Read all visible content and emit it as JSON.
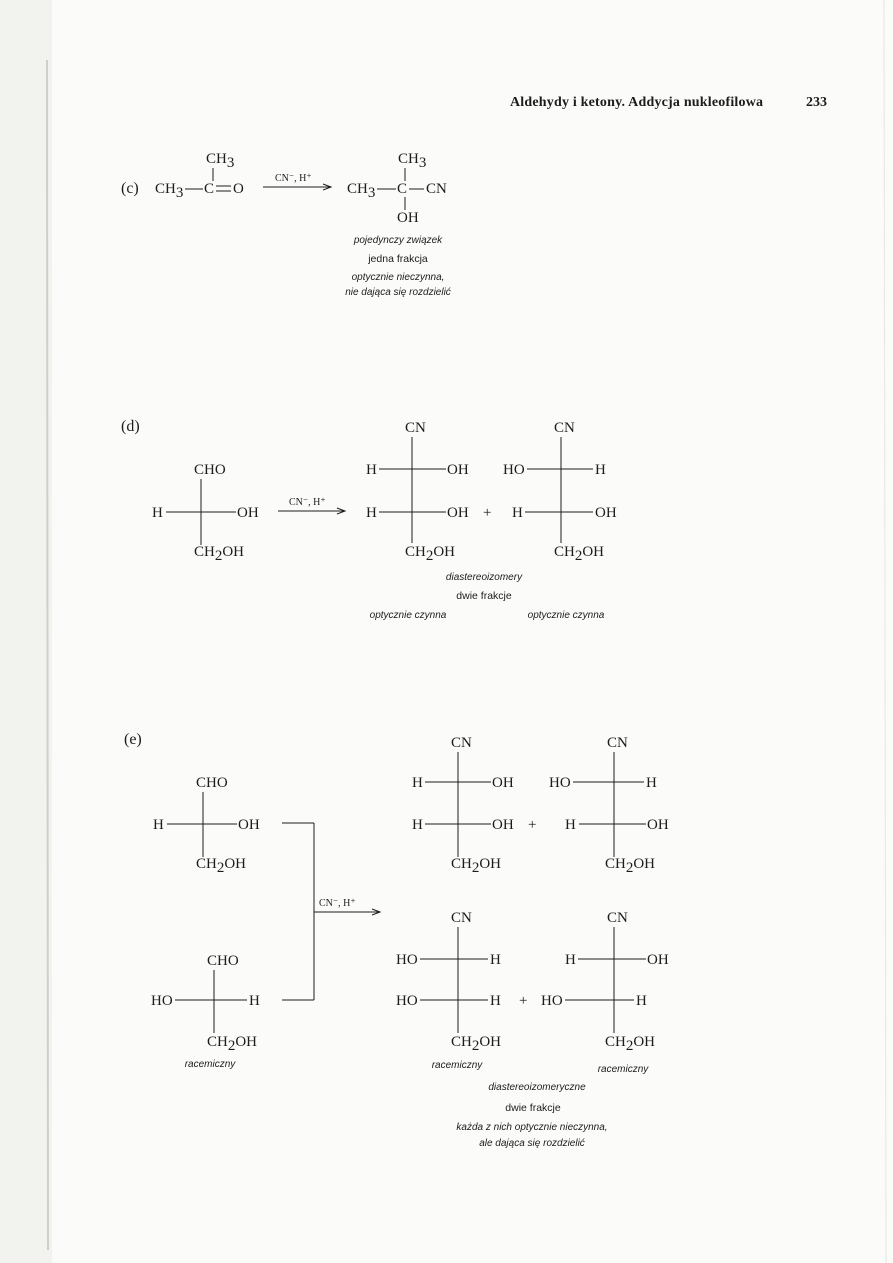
{
  "header": {
    "title": "Aldehydy i ketony. Addycja nukleofilowa",
    "page_number": "233"
  },
  "sections": {
    "c": {
      "label": "(c)",
      "substrate": {
        "top": "CH",
        "left": "CH",
        "center": "C",
        "right": "O"
      },
      "reagent": "CN⁻, H⁺",
      "product": {
        "top": "CH",
        "left": "CH",
        "center": "C",
        "right": "CN",
        "bottom": "OH"
      },
      "captions": [
        "pojedynczy związek",
        "jedna frakcja",
        "optycznie nieczynna,",
        "nie dająca się rozdzielić"
      ]
    },
    "d": {
      "label": "(d)",
      "substrate": {
        "top": "CHO",
        "left": "H",
        "right": "OH",
        "bottom": "CH"
      },
      "reagent": "CN⁻, H⁺",
      "product1": {
        "top": "CN",
        "l1": "H",
        "r1": "OH",
        "l2": "H",
        "r2": "OH",
        "bottom": "CH"
      },
      "plus": "+",
      "product2": {
        "top": "CN",
        "l1": "HO",
        "r1": "H",
        "l2": "H",
        "r2": "OH",
        "bottom": "CH"
      },
      "captions": [
        "diastereoizomery",
        "dwie frakcje",
        "optycznie czynna",
        "optycznie czynna"
      ]
    },
    "e": {
      "label": "(e)",
      "substrate1": {
        "top": "CHO",
        "left": "H",
        "right": "OH",
        "bottom": "CH"
      },
      "substrate2": {
        "top": "CHO",
        "left": "HO",
        "right": "H",
        "bottom": "CH"
      },
      "substrate_caption": "racemiczny",
      "reagent": "CN⁻, H⁺",
      "p1": {
        "top": "CN",
        "l1": "H",
        "r1": "OH",
        "l2": "H",
        "r2": "OH",
        "bottom": "CH"
      },
      "p2": {
        "top": "CN",
        "l1": "HO",
        "r1": "H",
        "l2": "H",
        "r2": "OH",
        "bottom": "CH"
      },
      "p3": {
        "top": "CN",
        "l1": "HO",
        "r1": "H",
        "l2": "HO",
        "r2": "H",
        "bottom": "CH"
      },
      "p4": {
        "top": "CN",
        "l1": "H",
        "r1": "OH",
        "l2": "HO",
        "r2": "H",
        "bottom": "CH"
      },
      "plus": "+",
      "captions": [
        "racemiczny",
        "racemiczny",
        "diastereoizomeryczne",
        "dwie frakcje",
        "każda z nich optycznie nieczynna,",
        "ale dająca się rozdzielić"
      ]
    }
  }
}
